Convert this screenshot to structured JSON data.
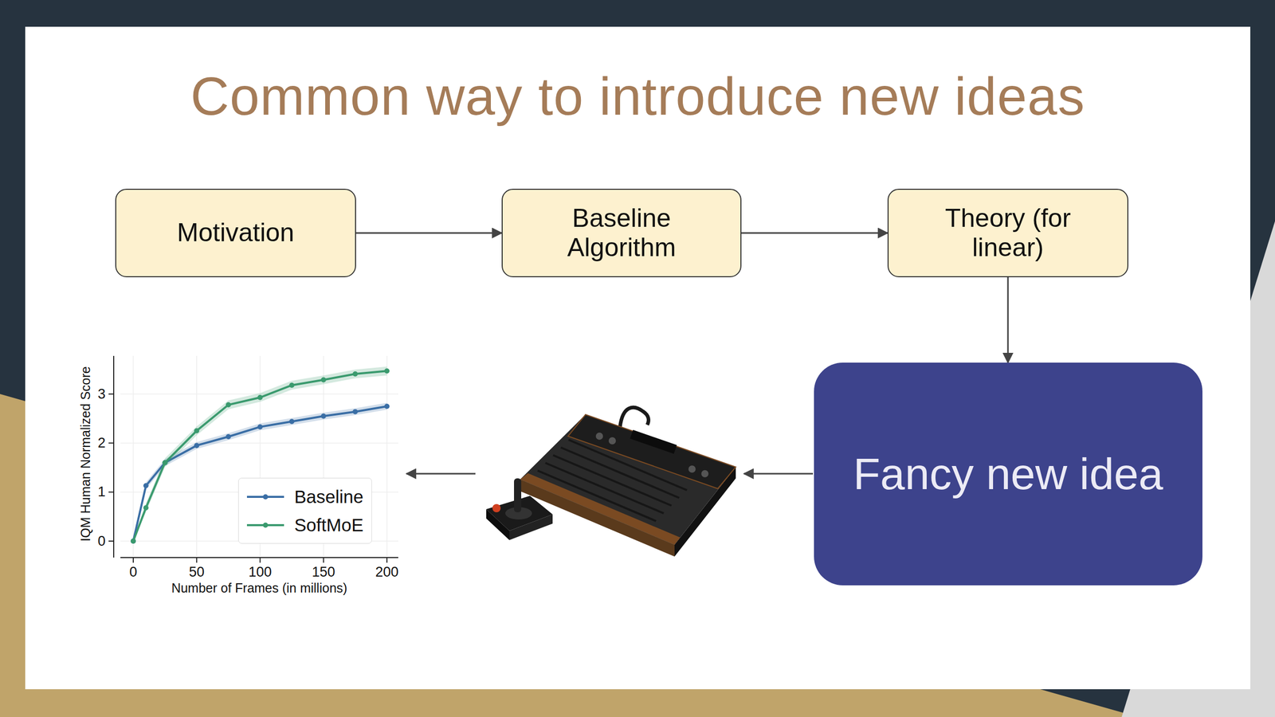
{
  "diagram": {
    "title": "Common way to introduce new ideas",
    "nodes": [
      {
        "text": [
          "Motivation"
        ]
      },
      {
        "text": [
          "Baseline Algorithm"
        ]
      },
      {
        "text": [
          "Theory (for linear)"
        ]
      },
      {
        "text": [
          "Fancy new idea"
        ]
      }
    ],
    "edges": [
      {
        "from": 0,
        "to": 1,
        "arrow": "to"
      },
      {
        "from": 1,
        "to": 2,
        "arrow": "to"
      },
      {
        "from": 2,
        "to": 3,
        "arrow": "to"
      }
    ],
    "labels": [
      "IQM Human Normalized Score",
      "0",
      "1",
      "2",
      "3",
      "0",
      "50",
      "100",
      "150",
      "200",
      "Number of Frames (in millions)"
    ],
    "legend": [
      {
        "text": "Baseline"
      },
      {
        "text": "SoftMoE"
      }
    ]
  }
}
